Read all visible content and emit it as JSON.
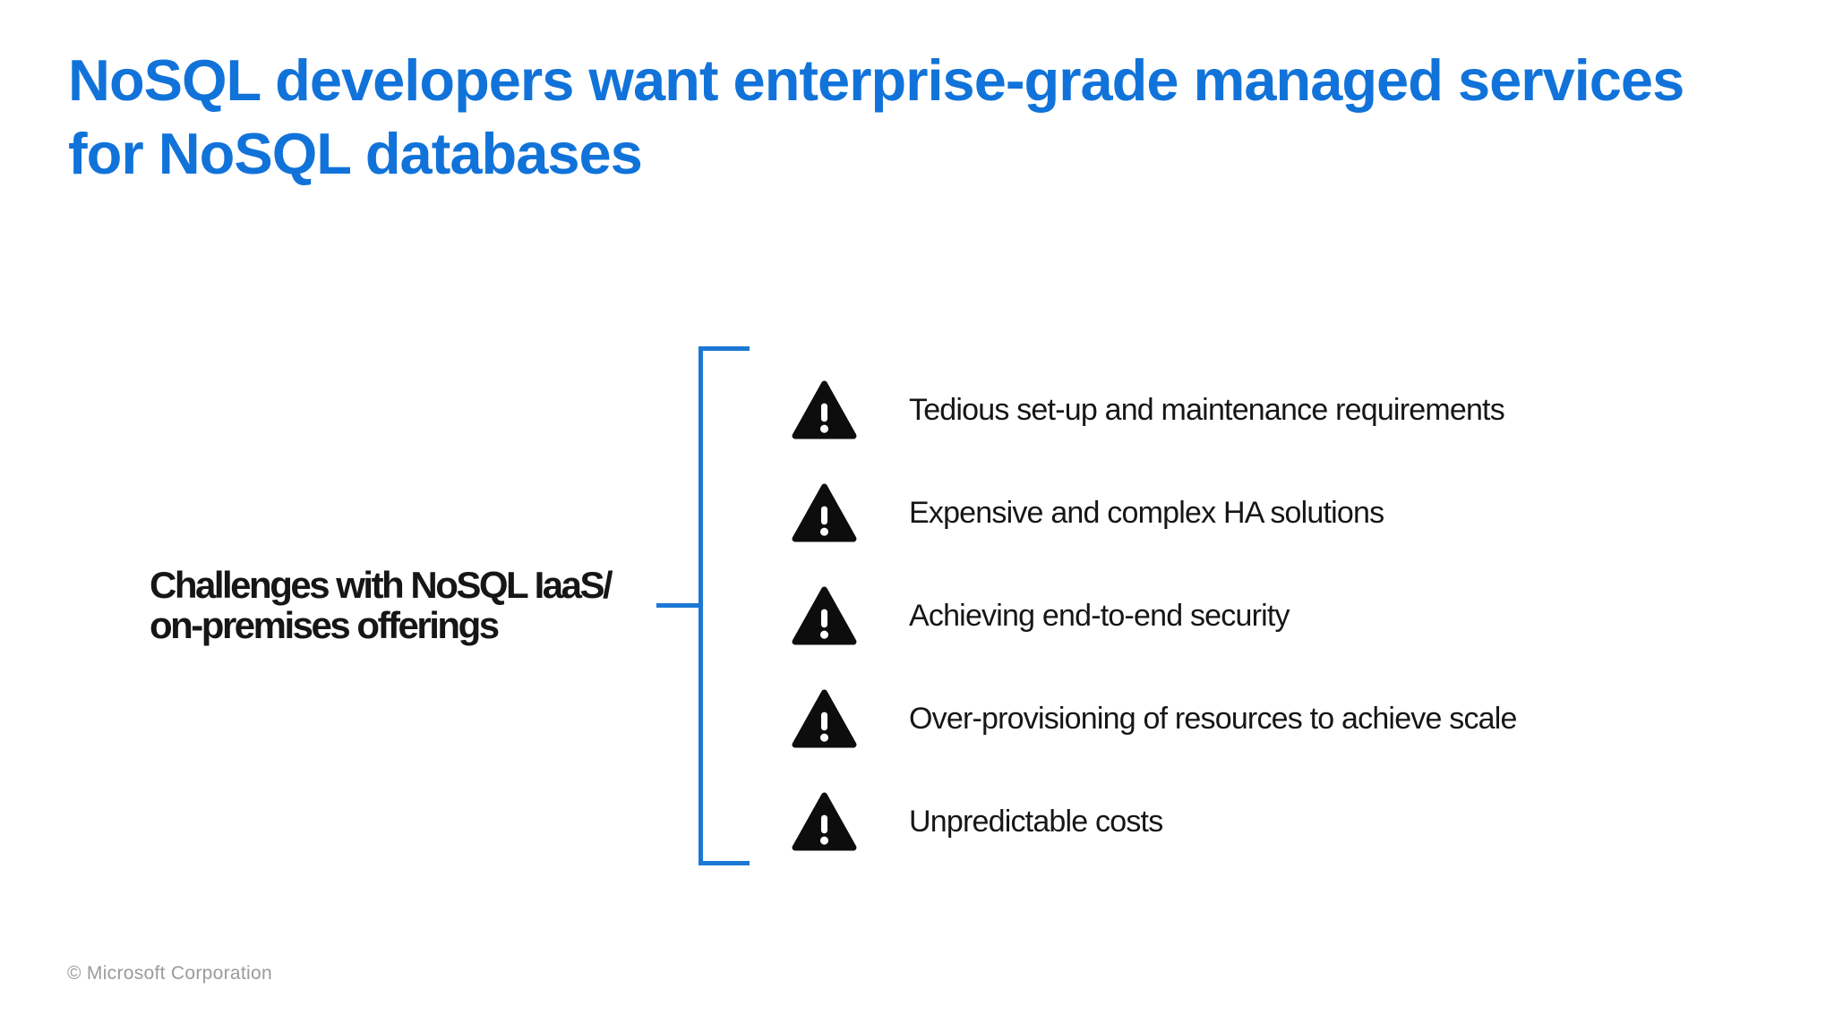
{
  "slide": {
    "title": {
      "line1": "NoSQL developers want enterprise-grade managed services",
      "line2": "for NoSQL databases"
    },
    "challenges": {
      "label_line1": "Challenges with NoSQL IaaS/",
      "label_line2": "on-premises offerings",
      "items": [
        {
          "icon": "warning-triangle-icon",
          "text": "Tedious set-up and maintenance requirements"
        },
        {
          "icon": "warning-triangle-icon",
          "text": "Expensive and complex HA solutions"
        },
        {
          "icon": "warning-triangle-icon",
          "text": "Achieving end-to-end security"
        },
        {
          "icon": "warning-triangle-icon",
          "text": "Over-provisioning of resources to achieve scale"
        },
        {
          "icon": "warning-triangle-icon",
          "text": "Unpredictable costs"
        }
      ]
    },
    "footer": {
      "copyright": "© Microsoft Corporation"
    },
    "colors": {
      "title_blue": "#1173d9",
      "bracket_blue": "#1b78d4",
      "text_dark": "#161616",
      "icon_black": "#0d0d0d",
      "footer_gray": "#9b9b9b",
      "background": "#ffffff"
    }
  }
}
